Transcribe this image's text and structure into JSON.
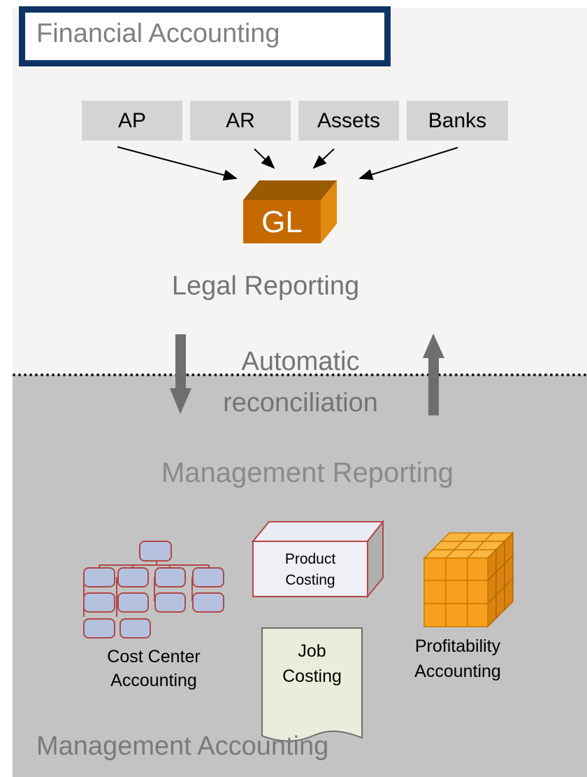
{
  "header": {
    "title": "Financial Accounting"
  },
  "sources": [
    {
      "label": "AP"
    },
    {
      "label": "AR"
    },
    {
      "label": "Assets"
    },
    {
      "label": "Banks"
    }
  ],
  "gl": {
    "label": "GL"
  },
  "legal": {
    "label": "Legal Reporting"
  },
  "reconciliation": {
    "line1": "Automatic",
    "line2": "reconciliation"
  },
  "management_reporting": {
    "label": "Management  Reporting"
  },
  "modules": {
    "product_costing": {
      "line1": "Product",
      "line2": "Costing"
    },
    "job_costing": {
      "line1": "Job",
      "line2": "Costing"
    },
    "cost_center": {
      "line1": "Cost Center",
      "line2": "Accounting"
    },
    "profitability": {
      "line1": "Profitability",
      "line2": "Accounting"
    }
  },
  "footer": {
    "title": "Management Accounting"
  },
  "colors": {
    "title_border": "#0d3465",
    "gl_front": "#c46a00",
    "gl_top": "#9a5a00",
    "gl_side": "#e08a10",
    "cube_orange": "#f7a01e",
    "org_box_fill": "#b4c2df",
    "org_box_stroke": "#b04848"
  }
}
